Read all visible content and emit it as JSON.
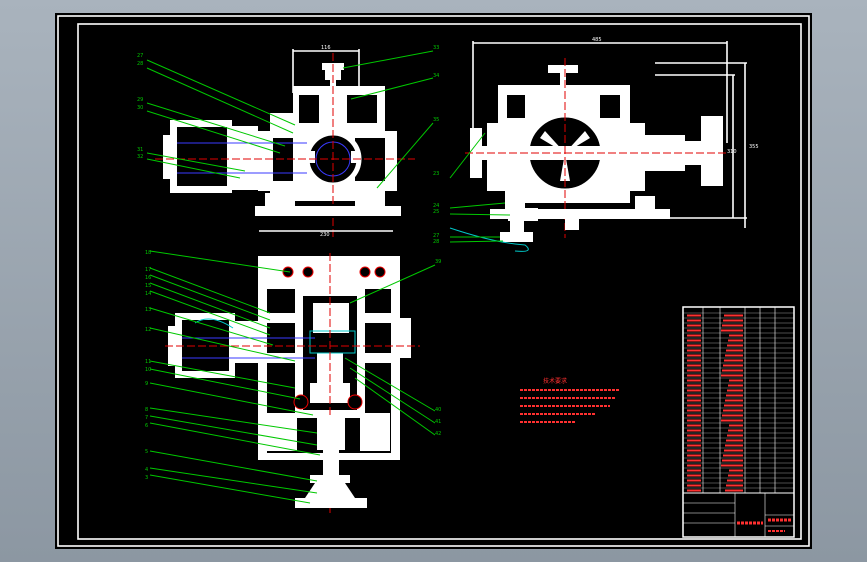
{
  "drawing": {
    "sheet_background": "#000000",
    "colors": {
      "outline": "#ffffff",
      "leader": "#00c800",
      "center": "#e00000",
      "hidden": "#3a3aff",
      "note": "#ff3030"
    },
    "dimensions": {
      "top_width": "116",
      "base_width": "230",
      "side_width": "485",
      "side_height": "355",
      "side_height_inner": "310"
    },
    "notes": {
      "heading": "技术要求"
    }
  }
}
